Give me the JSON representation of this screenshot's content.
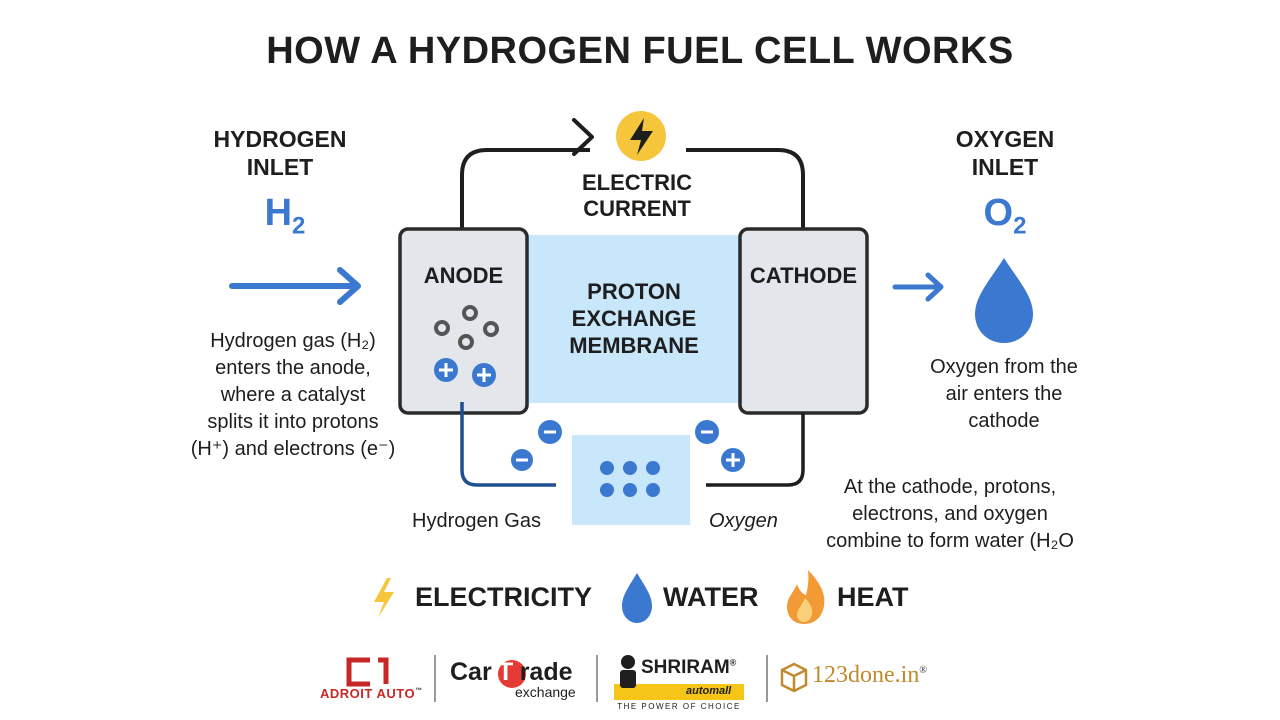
{
  "title": "HOW A HYDROGEN FUEL CELL WORKS",
  "hydrogen_inlet": {
    "label_line1": "HYDROGEN",
    "label_line2": "INLET",
    "formula_base": "H",
    "formula_sub": "2"
  },
  "oxygen_inlet": {
    "label_line1": "OXYGEN",
    "label_line2": "INLET",
    "formula_base": "O",
    "formula_sub": "2"
  },
  "circuit": {
    "label_line1": "ELECTRIC",
    "label_line2": "CURRENT"
  },
  "cell": {
    "anode": "ANODE",
    "cathode": "CATHODE",
    "membrane_line1": "PROTON",
    "membrane_line2": "EXCHANGE",
    "membrane_line3": "MEMBRANE"
  },
  "descriptions": {
    "hydrogen": [
      "Hydrogen gas (H₂)",
      "enters the anode,",
      "where a catalyst",
      "splits it into protons",
      "(H⁺) and electrons (e⁻)"
    ],
    "oxygen": [
      "Oxygen from the",
      "air enters the",
      "cathode"
    ],
    "cathode_reaction": [
      "At the cathode, protons,",
      "electrons, and oxygen",
      "combine to form water (H₂O"
    ]
  },
  "bottom_labels": {
    "hydrogen_gas": "Hydrogen Gas",
    "oxygen": "Oxygen"
  },
  "legend": [
    {
      "label": "ELECTRICITY",
      "icon": "lightning-icon"
    },
    {
      "label": "WATER",
      "icon": "water-drop-icon"
    },
    {
      "label": "HEAT",
      "icon": "flame-icon"
    }
  ],
  "logos": {
    "adroit": "ADROIT AUTO",
    "adroit_tm": "™",
    "cartrade_car": "Car",
    "cartrade_t": "T",
    "cartrade_rade": "rade",
    "cartrade_sub": "exchange",
    "shriram": "SHRIRAM",
    "shriram_reg": "®",
    "shriram_automall": "automall",
    "shriram_tagline": "THE POWER OF CHOICE",
    "done": "123done.in",
    "done_reg": "®"
  },
  "colors": {
    "blue": "#3b78d0",
    "membrane": "#c9e7fb",
    "electrode": "#e3e6eb",
    "yellow": "#f5c63b",
    "orange": "#f29a36",
    "dark": "#1e1e1e",
    "red_logo": "#c62828",
    "gold_logo": "#c18a2e"
  }
}
